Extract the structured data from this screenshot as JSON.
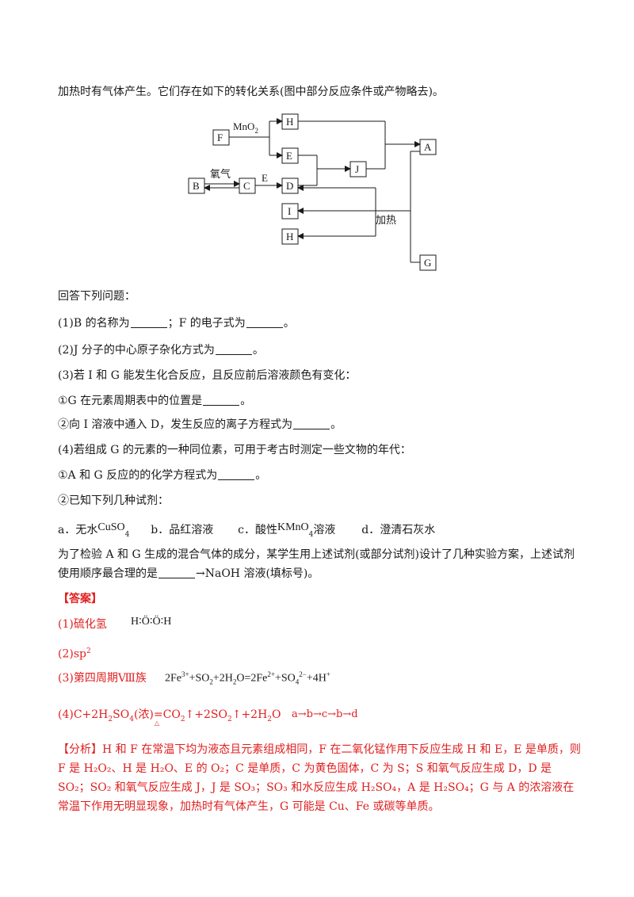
{
  "intro": "加热时有气体产生。它们存在如下的转化关系(图中部分反应条件或产物略去)。",
  "diagram": {
    "nodes": {
      "F": "F",
      "H1": "H",
      "E": "E",
      "J": "J",
      "A": "A",
      "B": "B",
      "C": "C",
      "D": "D",
      "I": "I",
      "H2": "H",
      "G": "G"
    },
    "labels": {
      "mno2": "MnO",
      "mno2_sub": "2",
      "oxygen": "氧气",
      "e_label": "E",
      "heat": "加热"
    }
  },
  "q_intro": "回答下列问题：",
  "q1": {
    "a": "(1)B 的名称为",
    "b": "；F 的电子式为",
    "c": "。"
  },
  "q2": {
    "a": "(2)J 分子的中心原子杂化方式为",
    "b": "。"
  },
  "q3": {
    "stem": "(3)若 I 和 G 能发生化合反应，且反应前后溶液颜色有变化：",
    "s1a": "①G 在元素周期表中的位置是",
    "s1b": "。",
    "s2a": "②向 I 溶液中通入 D，发生反应的离子方程式为",
    "s2b": "。"
  },
  "q4": {
    "stem": "(4)若组成 G 的元素的一种同位素，可用于考古时测定一些文物的年代：",
    "s1a": "①A 和 G 反应的的化学方程式为",
    "s1b": "。",
    "s2": "②已知下列几种试剂："
  },
  "reagents": {
    "a": "a．无水",
    "a_f": "CuSO",
    "a_sub": "4",
    "b": "b．品红溶液",
    "c": "c．酸性",
    "c_f": "KMnO",
    "c_sub": "4",
    "c_tail": "溶液",
    "d": "d．澄清石灰水"
  },
  "para1": "为了检验 A 和 G 生成的混合气体的成分，某学生用上述试剂(或部分试剂)设计了几种实验方案，上述试剂",
  "para2a": "使用顺序最合理的是",
  "para2b": "→NaOH 溶液(填标号)。",
  "answer_head": "【答案】",
  "ans1": {
    "label": "(1)硫化氢",
    "formula": "H∶Ö∶Ö∶H"
  },
  "ans2": {
    "label": "(2)sp",
    "sup": "2"
  },
  "ans3": {
    "label": "(3)第四周期Ⅷ族",
    "eq": [
      "2Fe",
      "3+",
      "+SO",
      "2",
      "+2H",
      "2",
      "O=2Fe",
      "2+",
      "+SO",
      "4",
      "2−",
      "+4H",
      "+"
    ]
  },
  "ans4": {
    "label": "(4)C+2H",
    "s1": "2",
    "t1": "SO",
    "s2": "4",
    "t2": "(浓)",
    "t3": "CO",
    "s3": "2",
    "t4": "↑+2SO",
    "s4": "2",
    "t5": "↑+2H",
    "s5": "2",
    "t6": "O",
    "heat": "△",
    "order": "a→b→c→b→d"
  },
  "analysis": "【分析】H 和 F 在常温下均为液态且元素组成相同，F 在二氧化锰作用下反应生成 H 和 E，E 是单质，则 F 是 H₂O₂、H 是 H₂O、E 的 O₂；C 是单质，C 为黄色固体，C 为 S；S 和氧气反应生成 D，D 是 SO₂；SO₂ 和氧气反应生成 J，J 是 SO₃；SO₃ 和水反应生成 H₂SO₄，A 是 H₂SO₄；G 与 A 的浓溶液在常温下作用无明显现象，加热时有气体产生，G 可能是 Cu、Fe 或碳等单质。"
}
